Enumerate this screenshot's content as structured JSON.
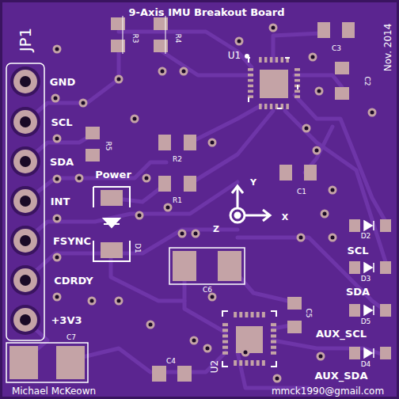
{
  "diagram": {
    "title": "9-Axis IMU Breakout Board",
    "labels": [
      "JP1",
      "GND",
      "SCL",
      "SDA",
      "INT",
      "FSYNC",
      "CDRDY",
      "+3V3",
      "R3",
      "R4",
      "U1",
      "C3",
      "C2",
      "Nov. 2014",
      "R5",
      "R2",
      "R1",
      "C1",
      "Power",
      "D1",
      "Y",
      "X",
      "Z",
      "D2",
      "SCL",
      "D3",
      "SDA",
      "D5",
      "AUX_SCL",
      "D4",
      "AUX_SDA",
      "C6",
      "C5",
      "U2",
      "C7",
      "C4",
      "Michael McKeown",
      "mmck1990@gmail.com"
    ]
  }
}
